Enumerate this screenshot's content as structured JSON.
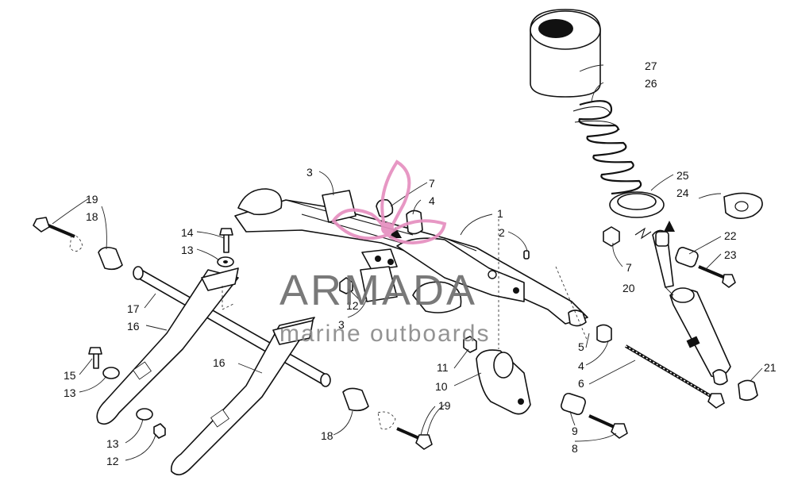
{
  "watermark": {
    "brand": "ARMADA",
    "tagline": "marine outboards",
    "brand_color": "#e58fbf",
    "text_color": "#6e6e6e"
  },
  "callouts": [
    {
      "id": "c1",
      "text": "1"
    },
    {
      "id": "c2",
      "text": "2"
    },
    {
      "id": "c3a",
      "text": "3"
    },
    {
      "id": "c3b",
      "text": "3"
    },
    {
      "id": "c4a",
      "text": "4"
    },
    {
      "id": "c4b",
      "text": "4"
    },
    {
      "id": "c5",
      "text": "5"
    },
    {
      "id": "c6",
      "text": "6"
    },
    {
      "id": "c7a",
      "text": "7"
    },
    {
      "id": "c7b",
      "text": "7"
    },
    {
      "id": "c8",
      "text": "8"
    },
    {
      "id": "c9",
      "text": "9"
    },
    {
      "id": "c10",
      "text": "10"
    },
    {
      "id": "c11",
      "text": "11"
    },
    {
      "id": "c12a",
      "text": "12"
    },
    {
      "id": "c12b",
      "text": "12"
    },
    {
      "id": "c13a",
      "text": "13"
    },
    {
      "id": "c13b",
      "text": "13"
    },
    {
      "id": "c13c",
      "text": "13"
    },
    {
      "id": "c14",
      "text": "14"
    },
    {
      "id": "c15",
      "text": "15"
    },
    {
      "id": "c16a",
      "text": "16"
    },
    {
      "id": "c16b",
      "text": "16"
    },
    {
      "id": "c17",
      "text": "17"
    },
    {
      "id": "c18a",
      "text": "18"
    },
    {
      "id": "c18b",
      "text": "18"
    },
    {
      "id": "c19a",
      "text": "19"
    },
    {
      "id": "c19b",
      "text": "19"
    },
    {
      "id": "c20",
      "text": "20"
    },
    {
      "id": "c21",
      "text": "21"
    },
    {
      "id": "c22",
      "text": "22"
    },
    {
      "id": "c23",
      "text": "23"
    },
    {
      "id": "c24",
      "text": "24"
    },
    {
      "id": "c25",
      "text": "25"
    },
    {
      "id": "c26",
      "text": "26"
    },
    {
      "id": "c27",
      "text": "27"
    }
  ]
}
